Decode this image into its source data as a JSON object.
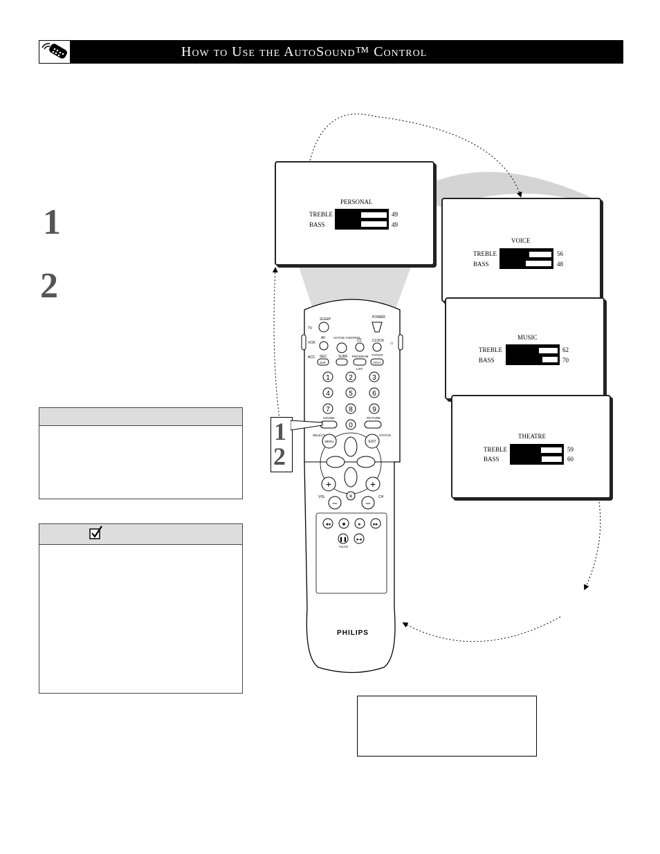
{
  "header": {
    "title": "How to Use the AutoSound™ Control",
    "icon": "remote-control-icon"
  },
  "steps": [
    "1",
    "2"
  ],
  "callout_steps": [
    "1",
    "2"
  ],
  "checklist_icon": "checkbox-check-icon",
  "remote": {
    "brand": "PHILIPS",
    "mode_labels": [
      "TV",
      "VCR",
      "ACC"
    ],
    "buttons": {
      "sleep": "SLEEP",
      "power": "POWER",
      "av": "AV",
      "active_control": "ACTIVE CONTROL",
      "cc": "CC",
      "clock": "CLOCK",
      "sec": "SEC.",
      "sap": "SAP",
      "surf": "SURF",
      "program": "PROGRAM",
      "list": "LIST",
      "tv_vcr": "TV/VCR",
      "avch": "A/CH",
      "sound": "SOUND",
      "picture": "PICTURE",
      "select": "SELECT",
      "status": "STATUS",
      "menu": "MENU",
      "exit": "EXIT",
      "vol": "VOL",
      "ch": "CH",
      "pause": "PAUSE"
    },
    "digits": [
      "1",
      "2",
      "3",
      "4",
      "5",
      "6",
      "7",
      "8",
      "9",
      "0"
    ]
  },
  "screens": [
    {
      "name": "PERSONAL",
      "treble_label": "TREBLE",
      "bass_label": "BASS",
      "treble": "49",
      "bass": "49",
      "treble_fill": 0.49,
      "bass_fill": 0.49
    },
    {
      "name": "VOICE",
      "treble_label": "TREBLE",
      "bass_label": "BASS",
      "treble": "56",
      "bass": "48",
      "treble_fill": 0.56,
      "bass_fill": 0.48
    },
    {
      "name": "MUSIC",
      "treble_label": "TREBLE",
      "bass_label": "BASS",
      "treble": "62",
      "bass": "70",
      "treble_fill": 0.62,
      "bass_fill": 0.7
    },
    {
      "name": "THEATRE",
      "treble_label": "TREBLE",
      "bass_label": "BASS",
      "treble": "59",
      "bass": "60",
      "treble_fill": 0.59,
      "bass_fill": 0.6
    }
  ]
}
